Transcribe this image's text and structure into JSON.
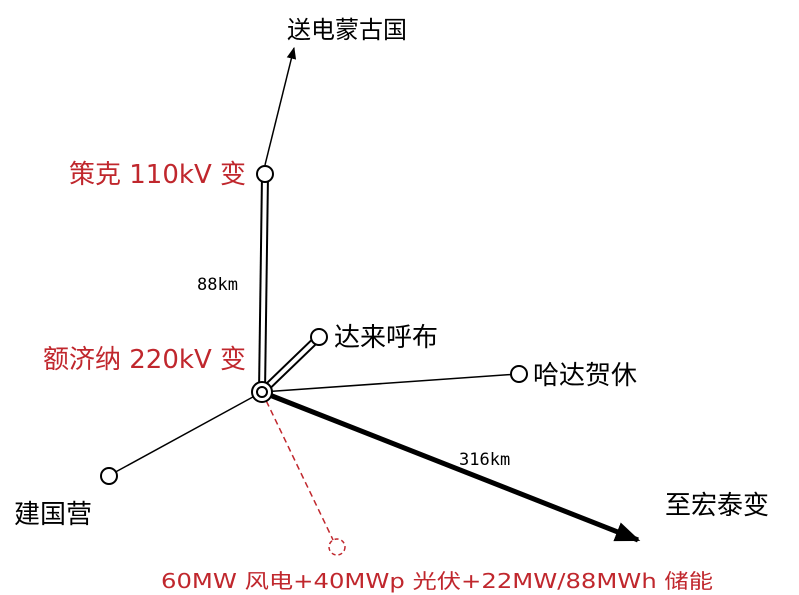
{
  "labels": {
    "top_destination": "送电蒙古国",
    "cek_substation": "策克 110kV 变",
    "distance_cek": "88km",
    "ejina_substation": "额济纳 220kV 变",
    "dalaihubu": "达来呼布",
    "hadahexiu": "哈达贺休",
    "distance_zhihong": "316km",
    "zhihongtai": "至宏泰变",
    "jianguoying": "建国营",
    "new_energy": "60MW 风电+40MWp 光伏+22MW/88MWh 储能"
  },
  "colors": {
    "line": "#000000",
    "highlight_text": "#c0272d",
    "planned": "#c0272d",
    "background": "#ffffff"
  }
}
